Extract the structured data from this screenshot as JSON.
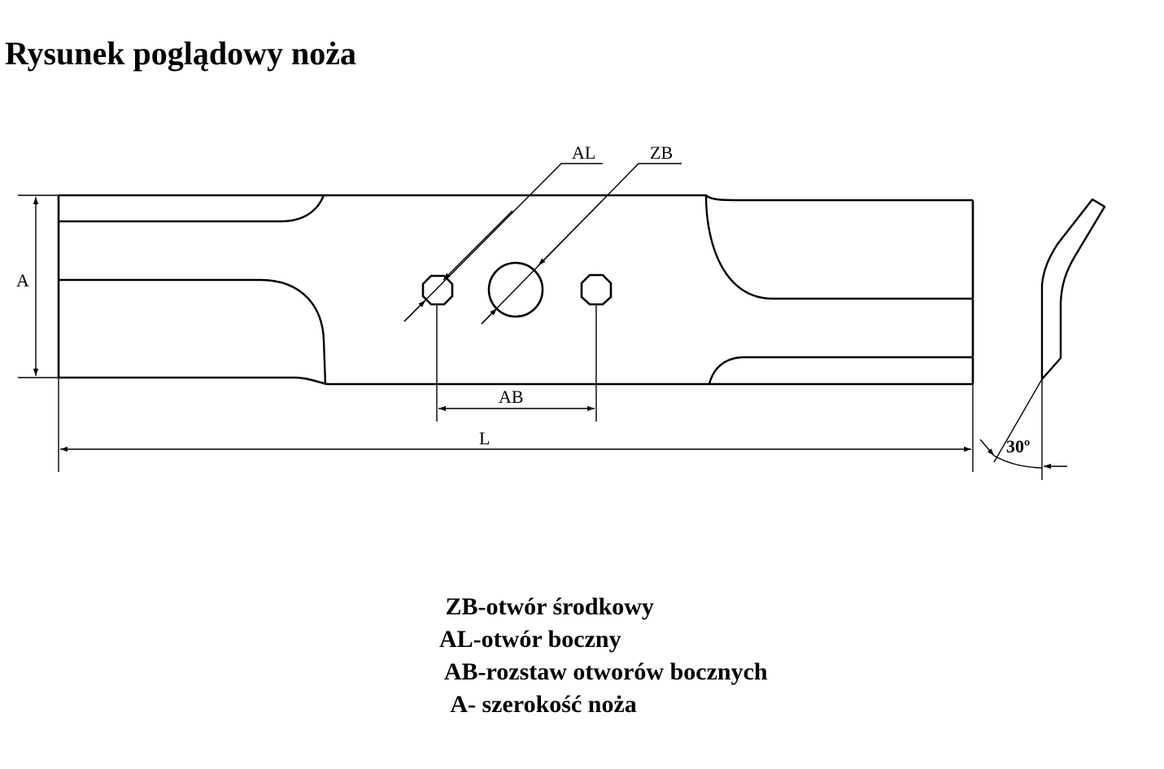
{
  "title": "Rysunek poglądowy noża",
  "labels": {
    "al": "AL",
    "zb": "ZB",
    "a": "A",
    "ab": "AB",
    "l": "L",
    "angle": "30º"
  },
  "legend": [
    " ZB-otwór środkowy",
    "AL-otwór boczny",
    " AB-rozstaw otworów bocznych",
    "  A- szerokość noża"
  ]
}
